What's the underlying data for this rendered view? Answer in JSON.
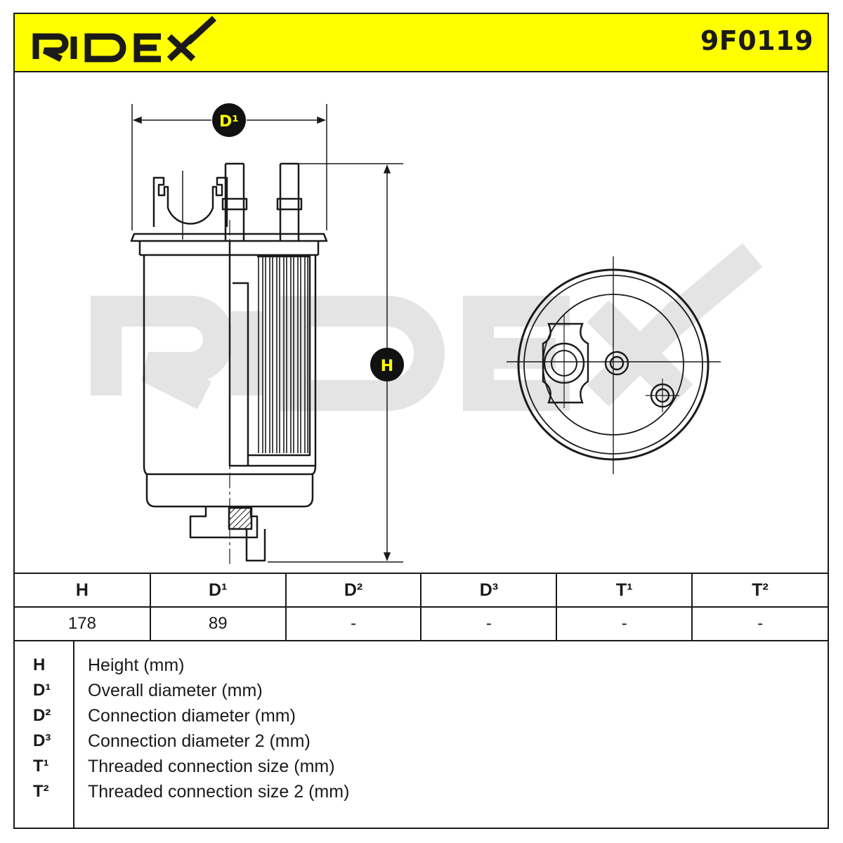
{
  "header": {
    "brand": "RIDEX",
    "part_number": "9F0119",
    "accent_color": "#ffff00"
  },
  "drawing": {
    "labels": {
      "overall_diameter": "D¹",
      "height": "H"
    },
    "watermark": "RIDEX"
  },
  "specs": {
    "headers": [
      "H",
      "D¹",
      "D²",
      "D³",
      "T¹",
      "T²"
    ],
    "values": [
      "178",
      "89",
      "-",
      "-",
      "-",
      "-"
    ]
  },
  "legend": [
    {
      "symbol": "H",
      "description": "Height (mm)"
    },
    {
      "symbol": "D¹",
      "description": "Overall diameter (mm)"
    },
    {
      "symbol": "D²",
      "description": "Connection diameter (mm)"
    },
    {
      "symbol": "D³",
      "description": "Connection diameter 2 (mm)"
    },
    {
      "symbol": "T¹",
      "description": "Threaded connection size (mm)"
    },
    {
      "symbol": "T²",
      "description": "Threaded connection size 2 (mm)"
    }
  ]
}
